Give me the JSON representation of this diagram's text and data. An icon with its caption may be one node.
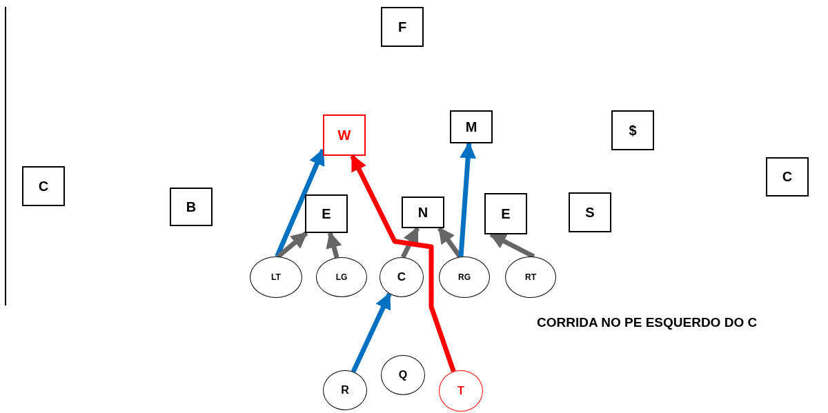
{
  "diagram": {
    "nodes": [
      {
        "text": [
          "F"
        ]
      },
      {
        "text": [
          "W"
        ]
      },
      {
        "text": [
          "M"
        ]
      },
      {
        "text": [
          "$"
        ]
      },
      {
        "text": [
          "C"
        ]
      },
      {
        "text": [
          "C"
        ]
      },
      {
        "text": [
          "B"
        ]
      },
      {
        "text": [
          "E"
        ]
      },
      {
        "text": [
          "N"
        ]
      },
      {
        "text": [
          "E"
        ]
      },
      {
        "text": [
          "S"
        ]
      },
      {
        "text": [
          "LT"
        ]
      },
      {
        "text": [
          "LG"
        ]
      },
      {
        "text": [
          "C"
        ]
      },
      {
        "text": [
          "RG"
        ]
      },
      {
        "text": [
          "RT"
        ]
      },
      {
        "text": [
          "Q"
        ]
      },
      {
        "text": [
          "R"
        ]
      },
      {
        "text": [
          "T"
        ]
      }
    ],
    "edges": [
      {
        "from": 11,
        "to": 1,
        "arrow": "to",
        "color": "#0070c0"
      },
      {
        "from": 11,
        "to": 7,
        "arrow": "to"
      },
      {
        "from": 12,
        "to": 7,
        "arrow": "to"
      },
      {
        "from": 13,
        "to": 8,
        "arrow": "to"
      },
      {
        "from": 14,
        "to": 8,
        "arrow": "to"
      },
      {
        "from": 14,
        "to": 2,
        "arrow": "to",
        "color": "#0070c0"
      },
      {
        "from": 15,
        "to": 9,
        "arrow": "to"
      },
      {
        "from": 17,
        "to": 13,
        "arrow": "to",
        "color": "#0070c0"
      },
      {
        "from": 18,
        "to": 1,
        "arrow": "to",
        "color": "#ff0000"
      }
    ],
    "labels": [
      "CORRIDA NO PE ESQUERDO DO C"
    ]
  }
}
